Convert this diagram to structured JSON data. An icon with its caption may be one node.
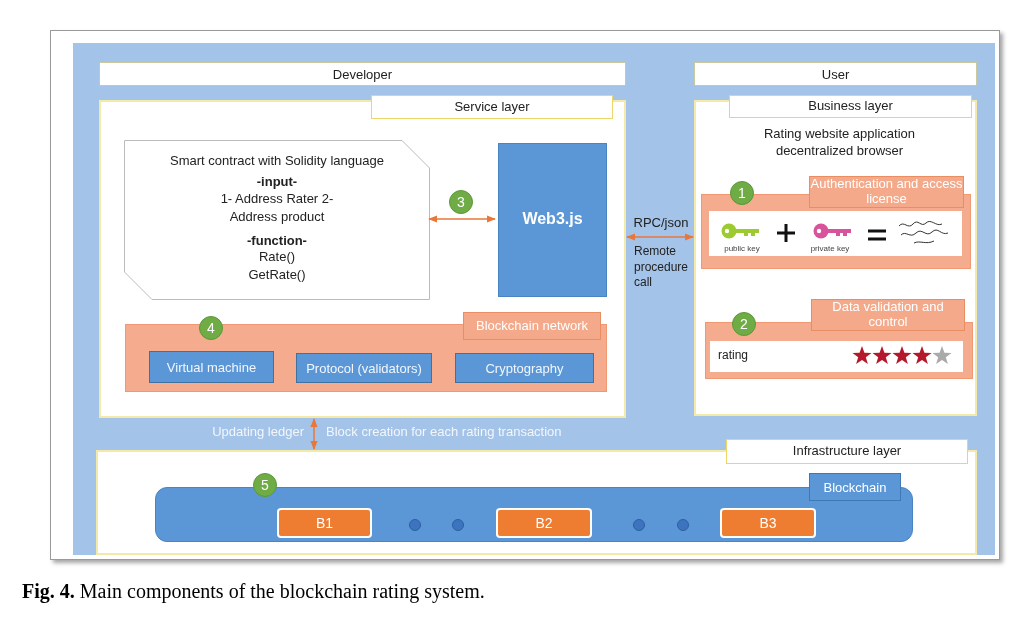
{
  "diagram": {
    "caption": "**Fig. 4.** Main components of the blockchain rating system.",
    "nodes": [
      {
        "text": [
          "Developer"
        ]
      },
      {
        "text": [
          "User"
        ]
      },
      {
        "text": [
          "Service layer"
        ]
      },
      {
        "text": [
          "Smart contract with Solidity language",
          "-input-",
          "1- Address Rater 2- Address product",
          "-function-",
          "Rate() GetRate()"
        ],
        "in": 2
      },
      {
        "text": [
          "3"
        ],
        "in": 2
      },
      {
        "text": [
          "Web3.js"
        ],
        "in": 2
      },
      {
        "text": [
          "Blockchain network"
        ],
        "in": 2
      },
      {
        "text": [
          "4"
        ],
        "in": 6
      },
      {
        "text": [
          "Virtual machine"
        ],
        "in": 6
      },
      {
        "text": [
          "Protocol (validators)"
        ],
        "in": 6
      },
      {
        "text": [
          "Cryptography"
        ],
        "in": 6
      },
      {
        "text": [
          "Business layer",
          "Rating website application decentralized browser"
        ]
      },
      {
        "text": [
          "Authentication and access license"
        ],
        "in": 11
      },
      {
        "text": [
          "1"
        ],
        "in": 12
      },
      {
        "text": [
          "Data validation and control"
        ],
        "in": 11
      },
      {
        "text": [
          "2"
        ],
        "in": 14
      },
      {
        "text": [
          "Infrastructure layer"
        ]
      },
      {
        "text": [
          "Blockchain"
        ],
        "in": 16
      },
      {
        "text": [
          "5"
        ],
        "in": 16
      },
      {
        "text": [
          "B1"
        ],
        "in": 17
      },
      {
        "text": [],
        "shape": "circle",
        "in": 17
      },
      {
        "text": [],
        "shape": "circle",
        "in": 17
      },
      {
        "text": [
          "B2"
        ],
        "in": 17
      },
      {
        "text": [],
        "shape": "circle",
        "in": 17
      },
      {
        "text": [],
        "shape": "circle",
        "in": 17
      },
      {
        "text": [
          "B3"
        ],
        "in": 17
      }
    ],
    "edges": [
      {
        "from": 3,
        "to": 5,
        "arrow": "both"
      },
      {
        "from": 2,
        "to": 11,
        "arrow": "both",
        "label": "RPC/json"
      },
      {
        "from": 2,
        "to": 16,
        "arrow": "both"
      }
    ],
    "labels": [
      "Remote procedure call",
      "public key",
      "private key",
      "rating",
      "Updating ledger",
      "Block creation for each rating transaction"
    ]
  }
}
